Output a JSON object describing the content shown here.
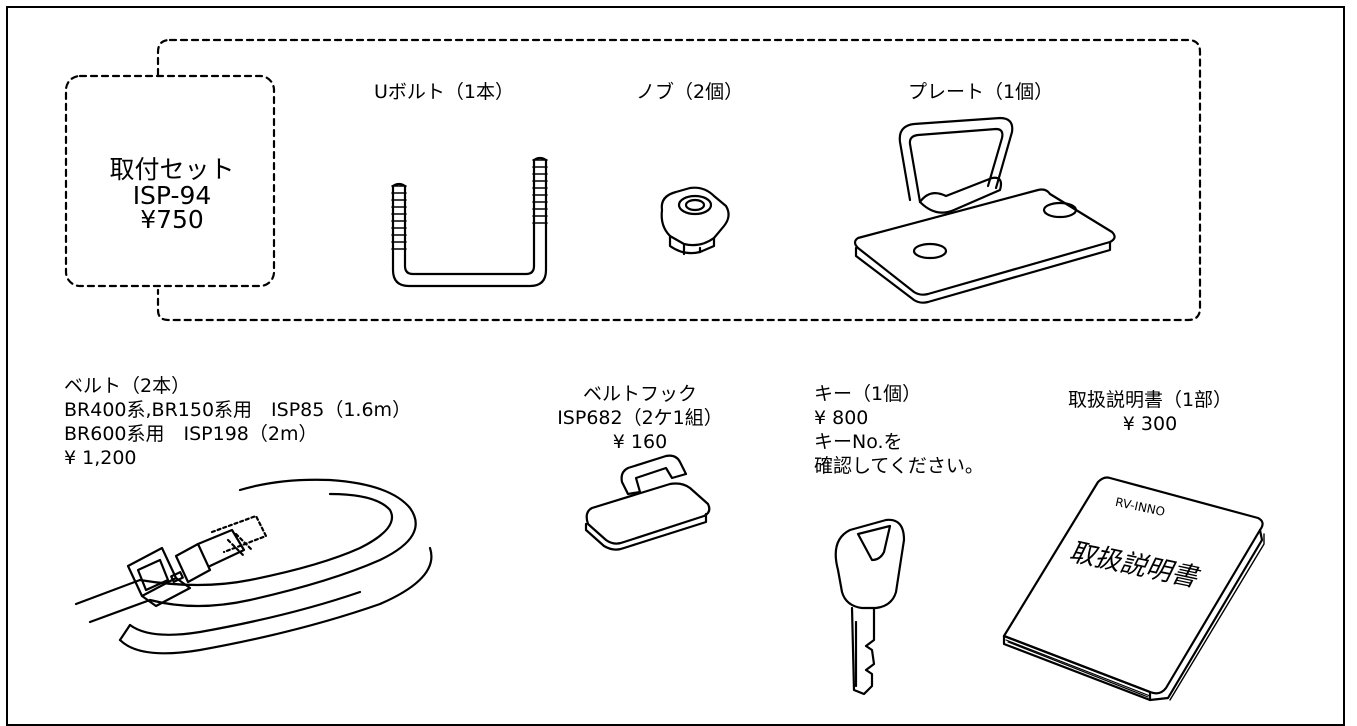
{
  "mount_set": {
    "name": "取付セット",
    "code": "ISP-94",
    "price": "¥750"
  },
  "u_bolt": {
    "label": "Uボルト（1本）"
  },
  "knob": {
    "label": "ノブ（2個）"
  },
  "plate": {
    "label": "プレート（1個）"
  },
  "belt": {
    "label": "ベルト（2本）",
    "line1": "BR400系,BR150系用　ISP85（1.6m）",
    "line2": "BR600系用　ISP198（2m）",
    "price": "¥ 1,200"
  },
  "belt_hook": {
    "label": "ベルトフック",
    "code": "ISP682（2ケ1組）",
    "price": "¥ 160"
  },
  "key": {
    "label": "キー（1個）",
    "price": "¥ 800",
    "note1": "キーNo.を",
    "note2": "確認してください。"
  },
  "manual": {
    "label": "取扱説明書（1部）",
    "price": "¥ 300",
    "cover_brand": "RV-INNO",
    "cover_title": "取扱説明書"
  }
}
